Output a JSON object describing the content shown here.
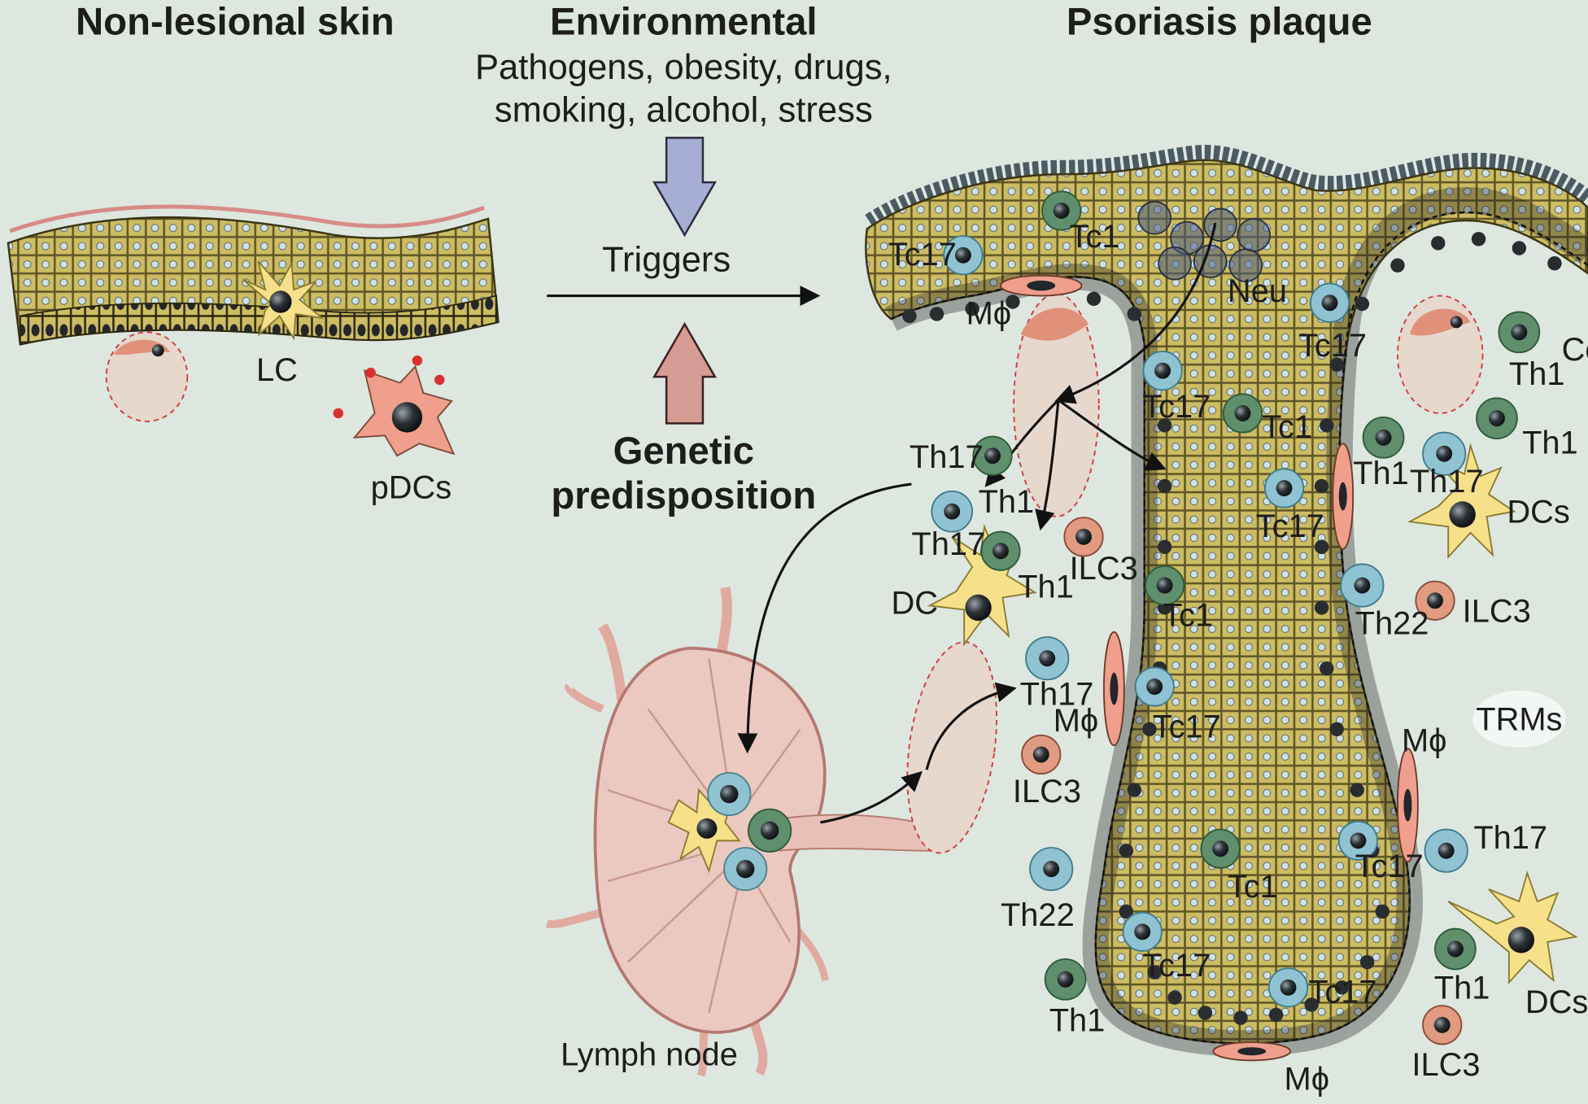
{
  "headings": {
    "left": "Non-lesional skin",
    "center": "Environmental",
    "right": "Psoriasis plaque"
  },
  "environment": {
    "line1": "Pathogens, obesity, drugs,",
    "line2": "smoking, alcohol, stress"
  },
  "triggers": "Triggers",
  "genetic": {
    "line1": "Genetic",
    "line2": "predisposition"
  },
  "labels": {
    "lc": "LC",
    "pdcs": "pDCs",
    "lymph_node": "Lymph node",
    "trms": "TRMs",
    "neu": "Neu",
    "cell_ce": "Ce",
    "tc17_a": "Tc17",
    "tc1_a": "Tc1",
    "mphi_a": "Mϕ",
    "tc17_b": "Tc17",
    "tc17_c": "Tc17",
    "tc1_b": "Tc1",
    "th1_a": "Th1",
    "th1_b": "Th1",
    "th1_c": "Th1",
    "th17_a": "Th17",
    "dcs_a": "DCs",
    "tc17_d": "Tc17",
    "th17_l1": "Th17",
    "th1_l1": "Th1",
    "th17_l2": "Th17",
    "th1_l2": "Th1",
    "ilc3_a": "ILC3",
    "dc": "DC",
    "tc1_c": "Tc1",
    "th22_a": "Th22",
    "ilc3_b": "ILC3",
    "th17_l3": "Th17",
    "mphi_b": "Mϕ",
    "tc17_e": "Tc17",
    "ilc3_c": "ILC3",
    "mphi_c": "Mϕ",
    "th17_r": "Th17",
    "tc17_f": "Tc17",
    "tc1_d": "Tc1",
    "th22_b": "Th22",
    "tc17_g": "Tc17",
    "tc17_h": "Tc17",
    "th1_d": "Th1",
    "th1_e": "Th1",
    "dcs_b": "DCs",
    "ilc3_d": "ILC3",
    "mphi_d": "Mϕ"
  },
  "colors": {
    "background": "#dde7df",
    "keratinocyte": "#cdbd62",
    "th17": "#8fc3d1",
    "th1": "#5f8f6c",
    "ilc3": "#e09b80",
    "dc": "#f7e08a",
    "pdc": "#ef9f8c",
    "lymph": "#ecc9c0",
    "arrow_env": "#a7aed3",
    "arrow_gen": "#d69b92"
  }
}
